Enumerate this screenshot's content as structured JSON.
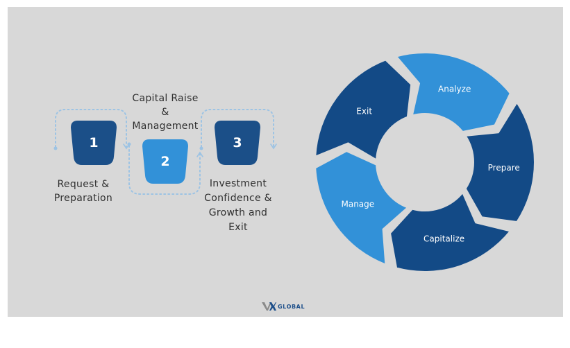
{
  "steps": [
    {
      "number": "1",
      "label_lines": [
        "Request &",
        "Preparation"
      ],
      "color": "#1b4f88"
    },
    {
      "number": "2",
      "label_lines": [
        "Capital Raise",
        "&",
        "Management"
      ],
      "color": "#3291d8"
    },
    {
      "number": "3",
      "label_lines": [
        "Investment",
        "Confidence &",
        "Growth and",
        "Exit"
      ],
      "color": "#1b4f88"
    }
  ],
  "cycle": {
    "segments": [
      {
        "label": "Analyze",
        "color": "#3291d8"
      },
      {
        "label": "Prepare",
        "color": "#134a86"
      },
      {
        "label": "Capitalize",
        "color": "#134a86"
      },
      {
        "label": "Manage",
        "color": "#3291d8"
      },
      {
        "label": "Exit",
        "color": "#134a86"
      }
    ]
  },
  "colors": {
    "background": "#d8d8d8",
    "dark_blue": "#134a86",
    "light_blue": "#3291d8",
    "connector": "#9cc3e4"
  },
  "logo": {
    "mark": "VX",
    "text": "Global"
  }
}
